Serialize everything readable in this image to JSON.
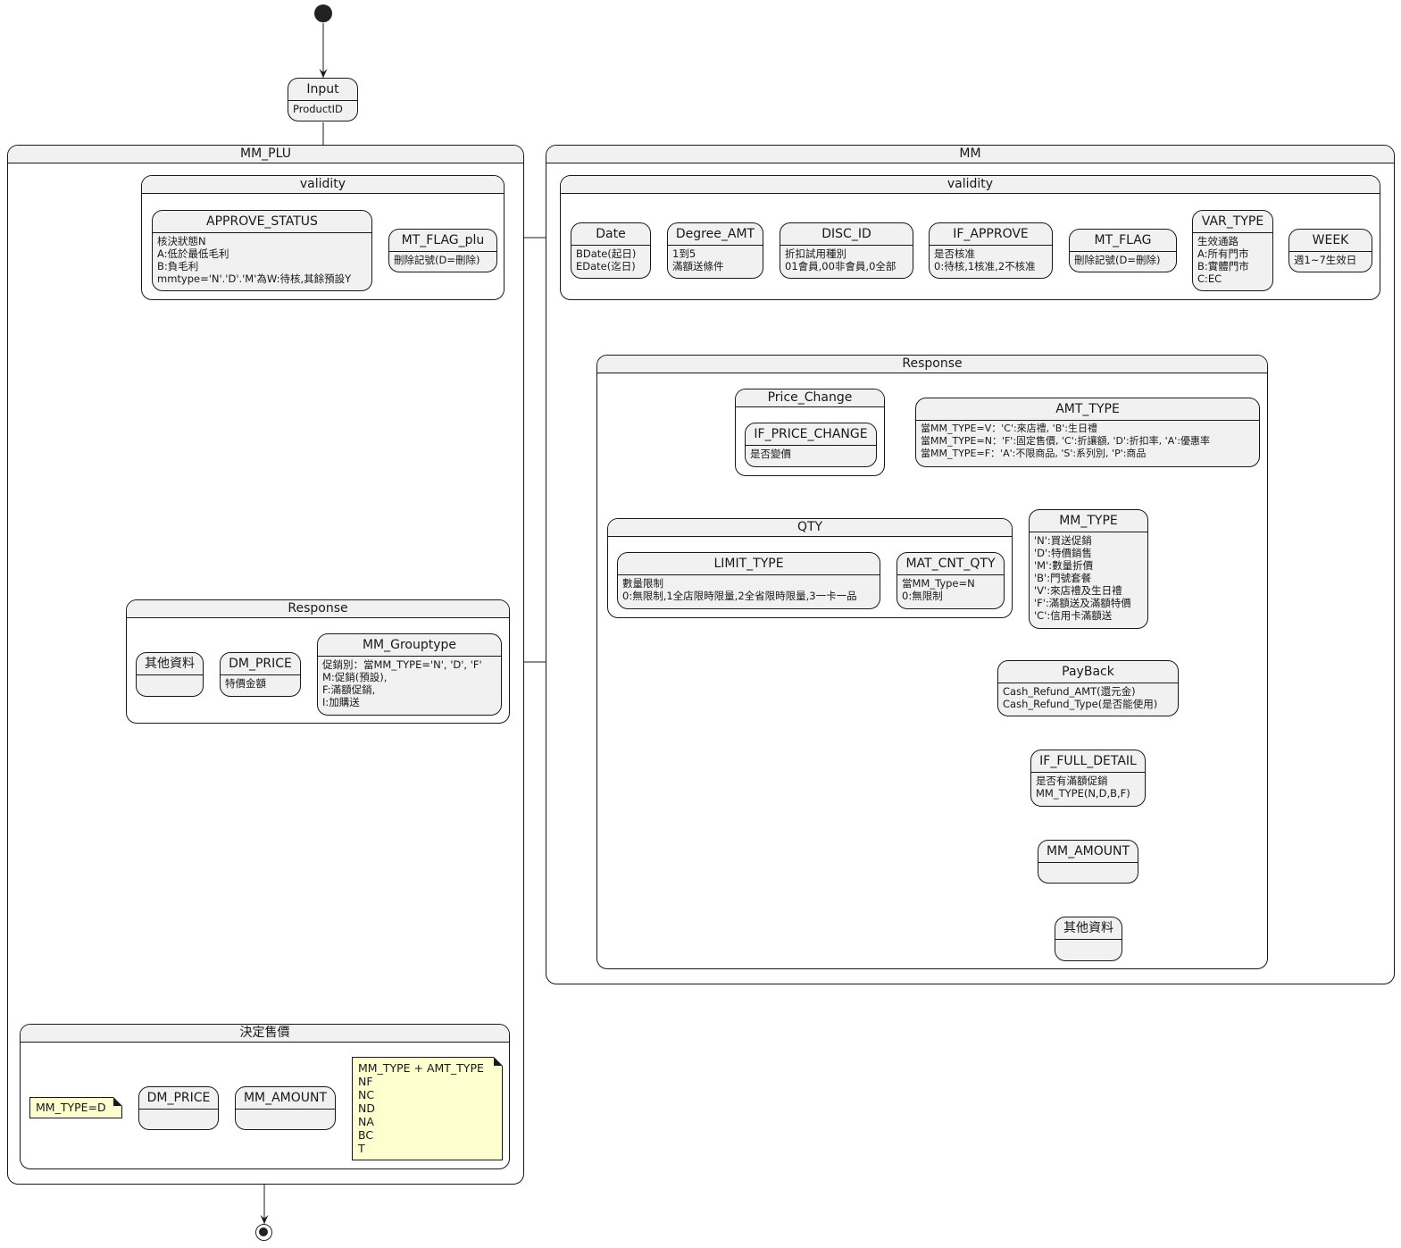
{
  "input": {
    "title": "Input",
    "lines": [
      "ProductID"
    ]
  },
  "mm_plu": {
    "title": "MM_PLU",
    "validity": {
      "title": "validity",
      "approve_status": {
        "title": "APPROVE_STATUS",
        "lines": [
          "核決狀態N",
          "A:低於最低毛利",
          "B:負毛利",
          "mmtype='N'.'D'.'M'為W:待核,其餘預設Y"
        ]
      },
      "mt_flag_plu": {
        "title": "MT_FLAG_plu",
        "lines": [
          "刪除記號(D=刪除)"
        ]
      }
    },
    "response": {
      "title": "Response",
      "other": {
        "title": "其他資料"
      },
      "dm_price": {
        "title": "DM_PRICE",
        "lines": [
          "特價金額"
        ]
      },
      "mm_grouptype": {
        "title": "MM_Grouptype",
        "lines": [
          "促銷別：當MM_TYPE='N', 'D', 'F'",
          "M:促銷(預設),",
          "F:滿額促銷,",
          "I:加購送"
        ]
      }
    },
    "decide": {
      "title": "決定售價",
      "dm_price": {
        "title": "DM_PRICE"
      },
      "mm_amount": {
        "title": "MM_AMOUNT"
      },
      "note_d": {
        "lines": [
          "MM_TYPE=D"
        ]
      },
      "note_types": {
        "lines": [
          "MM_TYPE + AMT_TYPE",
          "NF",
          "NC",
          "ND",
          "NA",
          "BC",
          "T"
        ]
      }
    }
  },
  "mm": {
    "title": "MM",
    "validity": {
      "title": "validity",
      "date": {
        "title": "Date",
        "lines": [
          "BDate(起日)",
          "EDate(迄日)"
        ]
      },
      "degree_amt": {
        "title": "Degree_AMT",
        "lines": [
          "1到5",
          "滿額送條件"
        ]
      },
      "disc_id": {
        "title": "DISC_ID",
        "lines": [
          "折扣試用種別",
          "01會員,00非會員,0全部"
        ]
      },
      "if_approve": {
        "title": "IF_APPROVE",
        "lines": [
          "是否核准",
          "0:待核,1核准,2不核准"
        ]
      },
      "mt_flag": {
        "title": "MT_FLAG",
        "lines": [
          "刪除記號(D=刪除)"
        ]
      },
      "var_type": {
        "title": "VAR_TYPE",
        "lines": [
          "生效通路",
          "A:所有門市",
          "B:實體門市",
          "C:EC"
        ]
      },
      "week": {
        "title": "WEEK",
        "lines": [
          "週1~7生效日"
        ]
      }
    },
    "response": {
      "title": "Response",
      "price_change": {
        "title": "Price_Change",
        "if_price_change": {
          "title": "IF_PRICE_CHANGE",
          "lines": [
            "是否變價"
          ]
        }
      },
      "amt_type": {
        "title": "AMT_TYPE",
        "lines": [
          "當MM_TYPE=V：'C':來店禮, 'B':生日禮",
          "當MM_TYPE=N：'F':固定售價, 'C':折讓額, 'D':折扣率, 'A':優惠率",
          "當MM_TYPE=F：'A':不限商品, 'S':系列別, 'P':商品"
        ]
      },
      "qty": {
        "title": "QTY",
        "limit_type": {
          "title": "LIMIT_TYPE",
          "lines": [
            "數量限制",
            "0:無限制,1全店限時限量,2全省限時限量,3一卡一品"
          ]
        },
        "mat_cnt_qty": {
          "title": "MAT_CNT_QTY",
          "lines": [
            "當MM_Type=N",
            "0:無限制"
          ]
        }
      },
      "mm_type": {
        "title": "MM_TYPE",
        "lines": [
          "'N':買送促銷",
          "'D':特價銷售",
          "'M':數量折價",
          "'B':門號套餐",
          "'V':來店禮及生日禮",
          "'F':滿額送及滿額特價",
          "'C':信用卡滿額送"
        ]
      },
      "payback": {
        "title": "PayBack",
        "lines": [
          "Cash_Refund_AMT(還元金)",
          "Cash_Refund_Type(是否能使用)"
        ]
      },
      "if_full_detail": {
        "title": "IF_FULL_DETAIL",
        "lines": [
          "是否有滿額促銷",
          "MM_TYPE(N,D,B,F)"
        ]
      },
      "mm_amount": {
        "title": "MM_AMOUNT"
      },
      "other": {
        "title": "其他資料"
      }
    }
  }
}
